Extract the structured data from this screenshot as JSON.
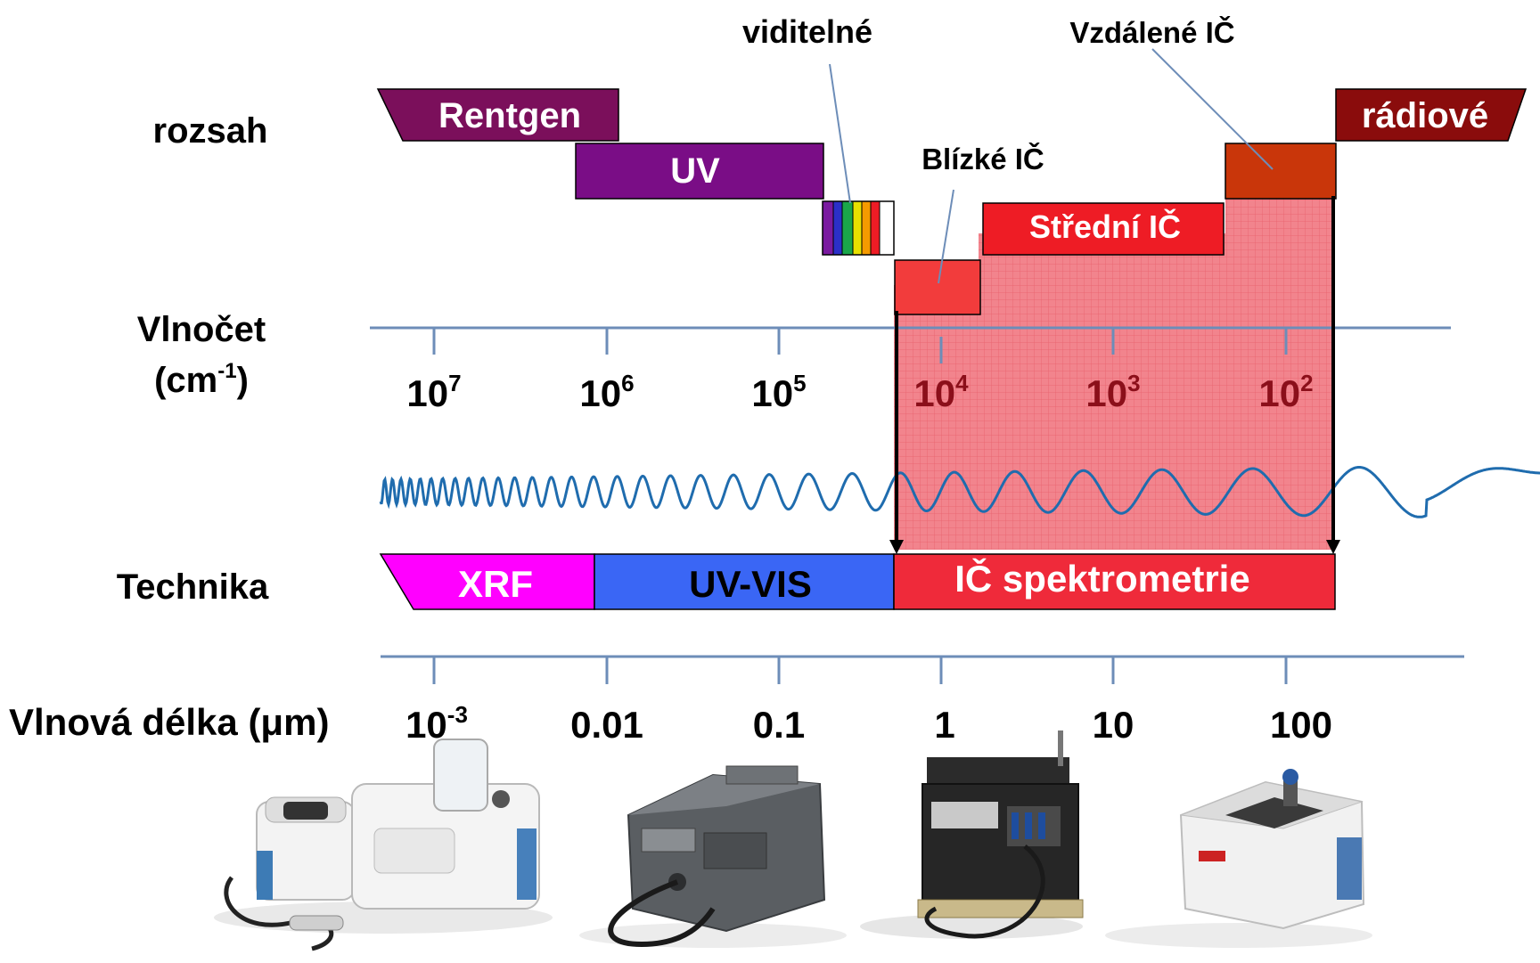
{
  "row_labels": {
    "range": "rozsah",
    "wavenumber_line1": "Vlnočet",
    "wavenumber_unit_base": "(cm",
    "wavenumber_unit_exp": "-1",
    "wavenumber_unit_close": ")",
    "technique": "Technika",
    "wavelength": "Vlnová délka (μm)"
  },
  "bands": {
    "xray": "Rentgen",
    "uv": "UV",
    "visible": "viditelné",
    "near_ir": "Blízké IČ",
    "mid_ir": "Střední IČ",
    "far_ir": "Vzdálené IČ",
    "radio": "rádiové"
  },
  "wavenumber_ticks": [
    {
      "base": "10",
      "exp": "7"
    },
    {
      "base": "10",
      "exp": "6"
    },
    {
      "base": "10",
      "exp": "5"
    },
    {
      "base": "10",
      "exp": "4"
    },
    {
      "base": "10",
      "exp": "3"
    },
    {
      "base": "10",
      "exp": "2"
    }
  ],
  "wavelength_ticks": [
    {
      "base": "10",
      "exp": "-3"
    },
    {
      "base": "0.01",
      "exp": ""
    },
    {
      "base": "0.1",
      "exp": ""
    },
    {
      "base": "1",
      "exp": ""
    },
    {
      "base": "10",
      "exp": ""
    },
    {
      "base": "100",
      "exp": ""
    }
  ],
  "techniques": {
    "xrf": "XRF",
    "uvvis": "UV-VIS",
    "ir": "IČ spektrometrie"
  },
  "instruments": [
    "xrf-instrument-photo",
    "uvvis-instrument-photo",
    "ir-instrument-photo",
    "ftir-instrument-photo"
  ],
  "colors": {
    "xray": "#7b0f5b",
    "uv": "#7a0d86",
    "near_ir": "#f23c3c",
    "mid_ir": "#ee1c25",
    "far_ir": "#c9360a",
    "radio": "#8a0c0c",
    "xrf": "#ff00ff",
    "uvvis": "#3a66f5",
    "ir_technique": "#ef2a3a",
    "axis": "#6d8db8",
    "wave": "#1f6cae",
    "ir_region": "#f07880"
  }
}
